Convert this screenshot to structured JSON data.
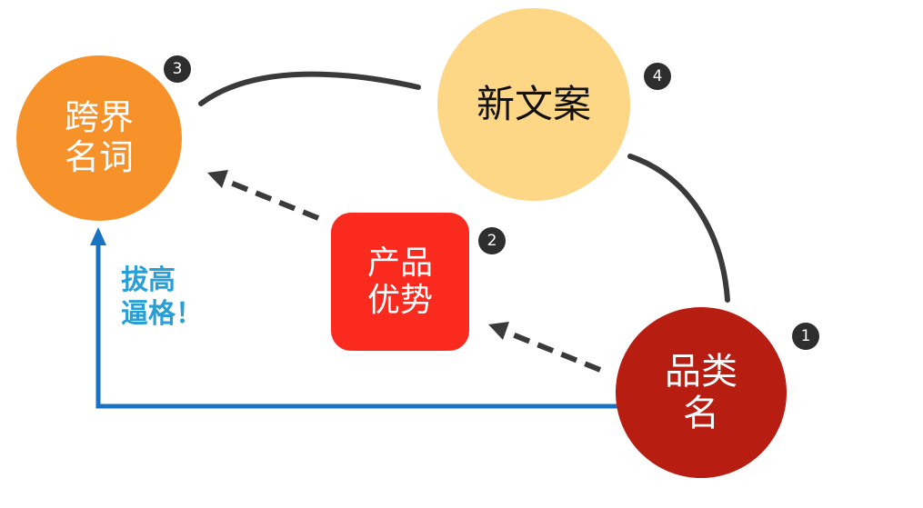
{
  "colors": {
    "kuajie": "#f7922a",
    "xinwenan": "#fdd686",
    "chanpin": "#fb2a1f",
    "pinleiming": "#b81d12",
    "badge": "#2e2e2e",
    "solid_line": "#3a3a3a",
    "dashed_arrow": "#3a3a3a",
    "blue_arrow": "#1a73c2",
    "annotation": "#2a9fd6"
  },
  "nodes": {
    "pinleiming": {
      "lines": [
        "品类",
        "名"
      ],
      "badge": "1"
    },
    "chanpin": {
      "lines": [
        "产品",
        "优势"
      ],
      "badge": "2"
    },
    "kuajie": {
      "lines": [
        "跨界",
        "名词"
      ],
      "badge": "3"
    },
    "xinwenan": {
      "lines": [
        "新文案"
      ],
      "badge": "4"
    }
  },
  "annotation": {
    "lines": [
      "拔高",
      "逼格！"
    ]
  }
}
